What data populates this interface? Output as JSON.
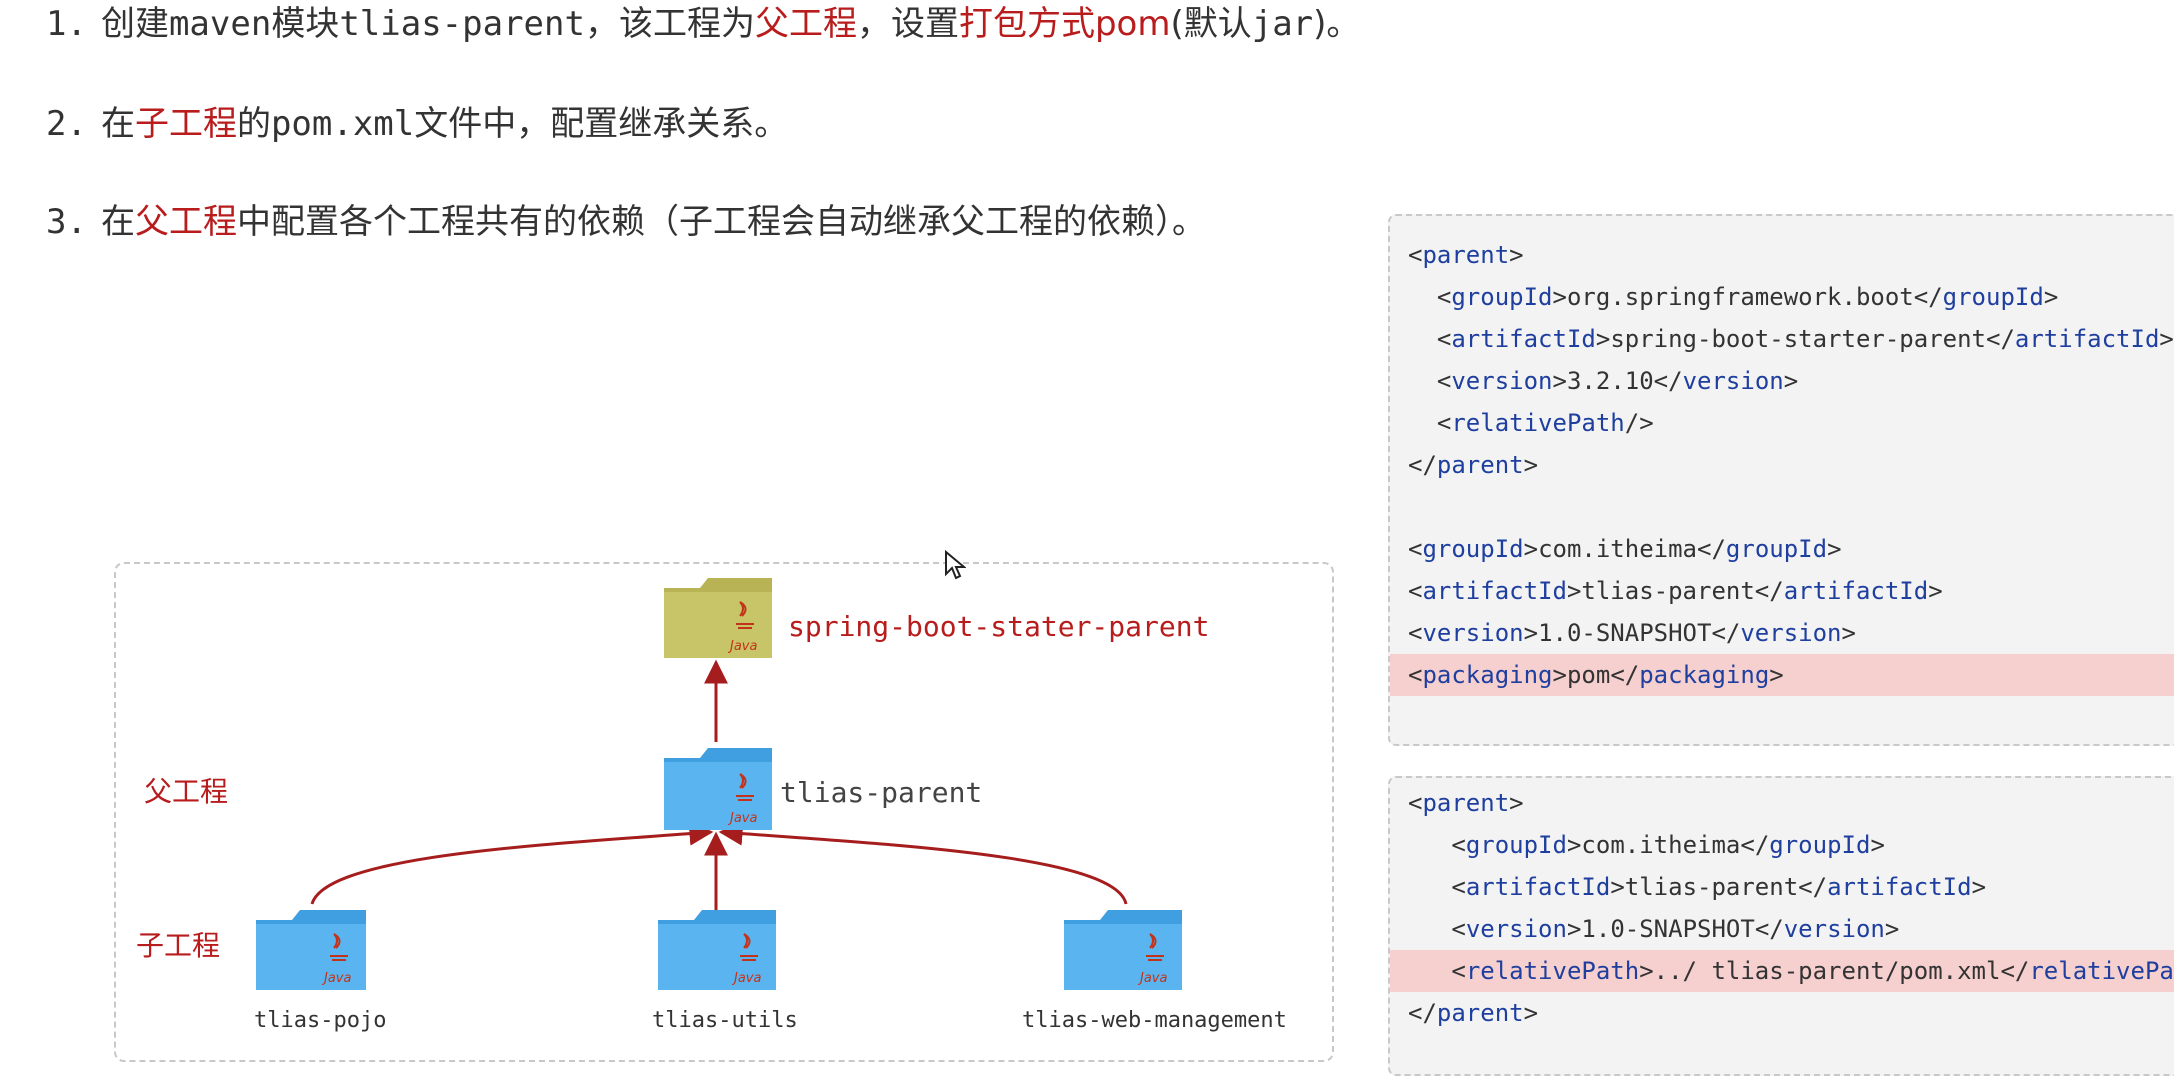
{
  "steps": [
    {
      "num": "1.",
      "parts": [
        "创建",
        "maven",
        "模块",
        "tlias-parent",
        "，该工程为",
        "父工程",
        "，设置",
        "打包方式pom",
        "(默认",
        "jar",
        ")。"
      ]
    },
    {
      "num": "2.",
      "parts": [
        "在",
        "子工程",
        "的",
        "pom.xml",
        "文件中，配置继承关系。"
      ]
    },
    {
      "num": "3.",
      "parts": [
        "在",
        "父工程",
        "中配置各个工程共有的依赖（子工程会自动继承父工程的依赖）。"
      ]
    }
  ],
  "diagram": {
    "top_label": "spring-boot-stater-parent",
    "parent_label": "tlias-parent",
    "parent_side_label": "父工程",
    "child_side_label": "子工程",
    "children": [
      "tlias-pojo",
      "tlias-utils",
      "tlias-web-management"
    ],
    "java_text": "Java",
    "top_folder_color": "#c8c568",
    "folder_color": "#5ab4ef",
    "arrow_color": "#a61d1d"
  },
  "code1": [
    {
      "indent": "",
      "open": "parent",
      "text": "",
      "close": "",
      "type": "open"
    },
    {
      "indent": "  ",
      "open": "groupId",
      "text": "org.springframework.boot",
      "close": "groupId",
      "type": "full"
    },
    {
      "indent": "  ",
      "open": "artifactId",
      "text": "spring-boot-starter-parent",
      "close": "artifactId",
      "type": "full"
    },
    {
      "indent": "  ",
      "open": "version",
      "text": "3.2.10",
      "close": "version",
      "type": "full"
    },
    {
      "indent": "  ",
      "open": "relativePath",
      "text": "",
      "close": "",
      "type": "self"
    },
    {
      "indent": "",
      "open": "",
      "text": "",
      "close": "parent",
      "type": "close"
    },
    {
      "indent": "",
      "open": "",
      "text": "",
      "close": "",
      "type": "blank"
    },
    {
      "indent": "",
      "open": "groupId",
      "text": "com.itheima",
      "close": "groupId",
      "type": "full"
    },
    {
      "indent": "",
      "open": "artifactId",
      "text": "tlias-parent",
      "close": "artifactId",
      "type": "full"
    },
    {
      "indent": "",
      "open": "version",
      "text": "1.0-SNAPSHOT",
      "close": "version",
      "type": "full"
    },
    {
      "indent": "",
      "open": "packaging",
      "text": "pom",
      "close": "packaging",
      "type": "full",
      "highlight": true
    }
  ],
  "code2": [
    {
      "indent": "",
      "open": "parent",
      "text": "",
      "close": "",
      "type": "open"
    },
    {
      "indent": "   ",
      "open": "groupId",
      "text": "com.itheima",
      "close": "groupId",
      "type": "full"
    },
    {
      "indent": "   ",
      "open": "artifactId",
      "text": "tlias-parent",
      "close": "artifactId",
      "type": "full"
    },
    {
      "indent": "   ",
      "open": "version",
      "text": "1.0-SNAPSHOT",
      "close": "version",
      "type": "full"
    },
    {
      "indent": "   ",
      "open": "relativePath",
      "text": "../ tlias-parent/pom.xml",
      "close": "relativePath",
      "type": "full",
      "highlight": true
    },
    {
      "indent": "",
      "open": "",
      "text": "",
      "close": "parent",
      "type": "close"
    }
  ],
  "colors": {
    "accent_red": "#b81c1c",
    "xml_tag": "#1f3f9f",
    "highlight": "#f6cfcf"
  }
}
